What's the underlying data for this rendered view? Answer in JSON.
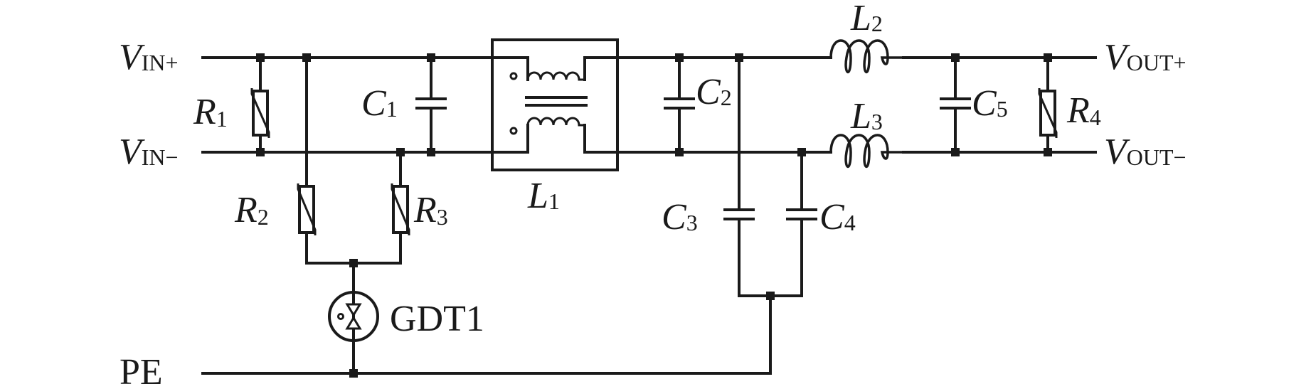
{
  "labels": {
    "vin_plus": {
      "main": "V",
      "sub": "IN+"
    },
    "vin_minus": {
      "main": "V",
      "sub": "IN−"
    },
    "vout_plus": {
      "main": "V",
      "sub": "OUT+"
    },
    "vout_minus": {
      "main": "V",
      "sub": "OUT−"
    },
    "pe": "PE",
    "gdt": "GDT1",
    "r1": {
      "main": "R",
      "sub": "1"
    },
    "r2": {
      "main": "R",
      "sub": "2"
    },
    "r3": {
      "main": "R",
      "sub": "3"
    },
    "r4": {
      "main": "R",
      "sub": "4"
    },
    "c1": {
      "main": "C",
      "sub": "1"
    },
    "c2": {
      "main": "C",
      "sub": "2"
    },
    "c3": {
      "main": "C",
      "sub": "3"
    },
    "c4": {
      "main": "C",
      "sub": "4"
    },
    "c5": {
      "main": "C",
      "sub": "5"
    },
    "l1": {
      "main": "L",
      "sub": "1"
    },
    "l2": {
      "main": "L",
      "sub": "2"
    },
    "l3": {
      "main": "L",
      "sub": "3"
    }
  }
}
